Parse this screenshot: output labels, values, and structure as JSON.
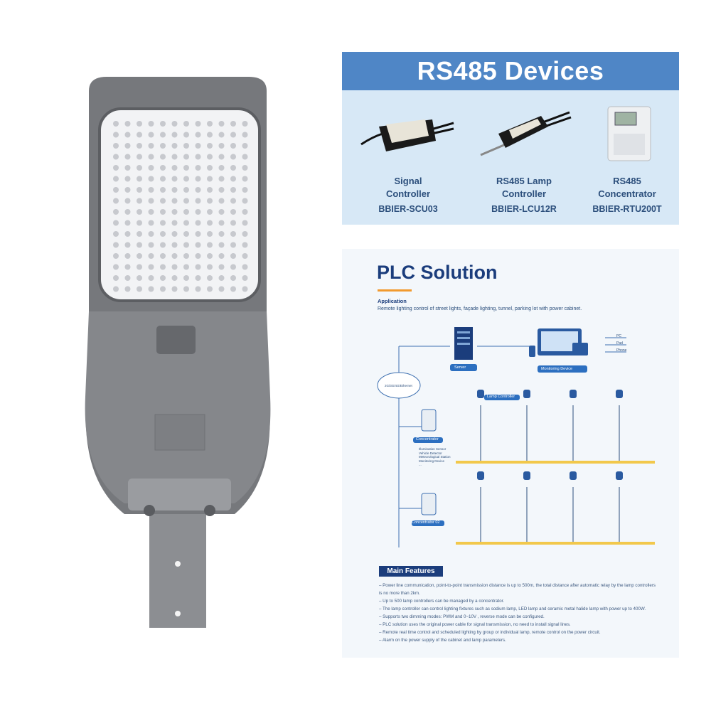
{
  "rs485": {
    "title": "RS485 Devices",
    "devices": [
      {
        "name_line1": "Signal",
        "name_line2": "Controller",
        "model": "BBIER-SCU03"
      },
      {
        "name_line1": "RS485 Lamp",
        "name_line2": "Controller",
        "model": "BBIER-LCU12R"
      },
      {
        "name_line1": "RS485",
        "name_line2": "Concentrator",
        "model": "BBIER-RTU200T"
      }
    ]
  },
  "plc": {
    "title": "PLC Solution",
    "application_label": "Application",
    "application_desc": "Remote lighting control of street lights, façade lighting, tunnel, parking lot with power cabinet.",
    "diagram": {
      "server": "Server",
      "monitoring_device": "Monitoring Device",
      "cloud": "2G/3G/4G/Ethernet",
      "lamp_controller": "Lamp Controller",
      "concentrator": "Concentrator",
      "concentrator2": "Concentrator 02",
      "sensors": [
        "Illumination Sensor",
        "Vehicle Detector",
        "Meteorological Station",
        "Monitoring Device",
        "..."
      ],
      "side": [
        "PC",
        "Pad",
        "Phone"
      ]
    },
    "main_features_label": "Main Features",
    "features": [
      "– Power line communication, point-to-point transmission distance is up to 500m, the total distance after automatic relay by the lamp controllers",
      "is no more than 2km.",
      "– Up to 500 lamp controllers can be managed by a concentrator.",
      "– The lamp controller can control lighting fixtures such as sodium lamp, LED lamp and ceramic metal halide lamp with power up to 400W.",
      "– Supports two dimming modes: PWM and 0~10V , reverse mode can be configured.",
      "– PLC solution uses the original power cable for signal transmission, no need to install signal lines.",
      "– Remote real time control and scheduled lighting by group or individual lamp, remote control on the power circuit.",
      "– Alarm on the power supply of the cabinet and lamp parameters."
    ]
  },
  "colors": {
    "accent_blue": "#4f86c6",
    "navy": "#1b3d7c",
    "orange": "#f29a2e",
    "panel_bg": "#d7e8f6"
  }
}
